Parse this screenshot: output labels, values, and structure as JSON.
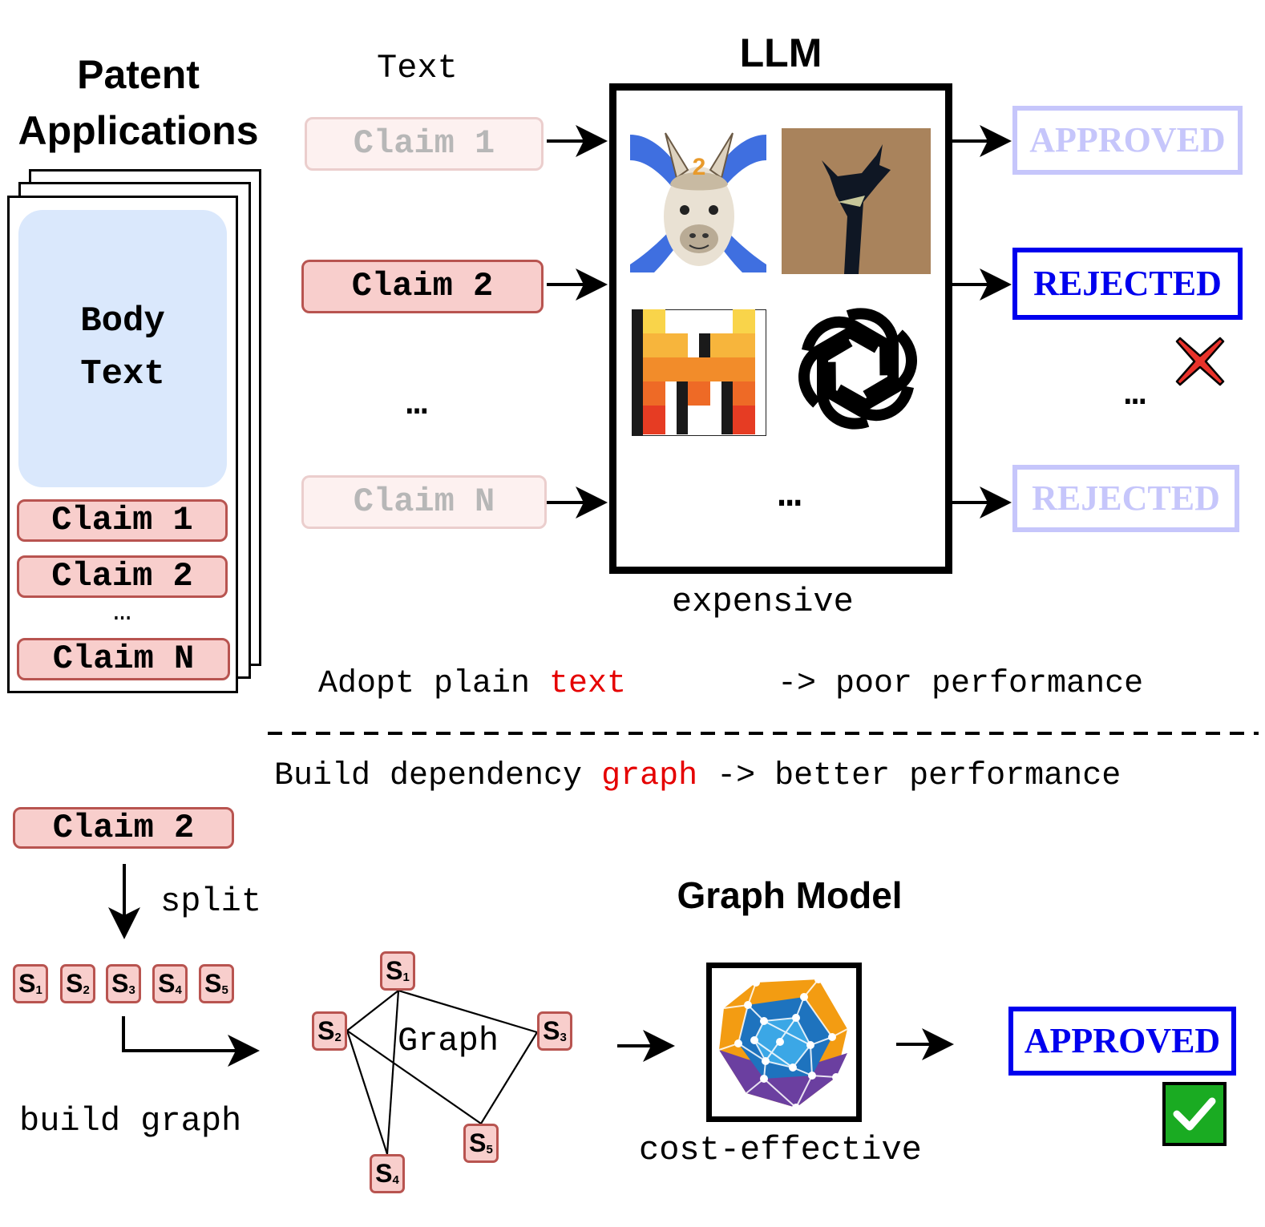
{
  "patent": {
    "title_line1": "Patent",
    "title_line2": "Applications",
    "body_text_line1": "Body",
    "body_text_line2": "Text",
    "claims": [
      "Claim 1",
      "Claim 2",
      "Claim N"
    ],
    "ellipsis": "…"
  },
  "top": {
    "text_label": "Text",
    "claims": [
      "Claim 1",
      "Claim 2",
      "Claim N"
    ],
    "ellipsis": "…",
    "llm_title": "LLM",
    "llm_ellipsis": "…",
    "llm_caption": "expensive",
    "verdicts": [
      "APPROVED",
      "REJECTED",
      "REJECTED"
    ],
    "verdict_ellipsis": "…",
    "summary_prefix": "Adopt plain ",
    "summary_highlight": "text",
    "summary_suffix": "-> poor performance",
    "icons": [
      "llama-2-icon",
      "falcon-llm-icon",
      "mistral-icon",
      "openai-icon"
    ]
  },
  "bottom": {
    "summary_prefix": "Build dependency ",
    "summary_highlight": "graph",
    "summary_suffix": " -> better performance",
    "claim": "Claim 2",
    "split_label": "split",
    "build_graph_label": "build graph",
    "sentences": [
      {
        "letter": "S",
        "index": "1"
      },
      {
        "letter": "S",
        "index": "2"
      },
      {
        "letter": "S",
        "index": "3"
      },
      {
        "letter": "S",
        "index": "4"
      },
      {
        "letter": "S",
        "index": "5"
      }
    ],
    "graph_label": "Graph",
    "graph_model_title": "Graph Model",
    "graph_model_caption": "cost-effective",
    "verdict": "APPROVED"
  },
  "colors": {
    "claim_fill": "#f8cecc",
    "claim_border": "#b85450",
    "body_fill": "#dae8fc",
    "verdict_blue": "#0000ee",
    "highlight_red": "#e50000",
    "reject_mark": "#e8322a",
    "approve_mark": "#1aab22"
  }
}
